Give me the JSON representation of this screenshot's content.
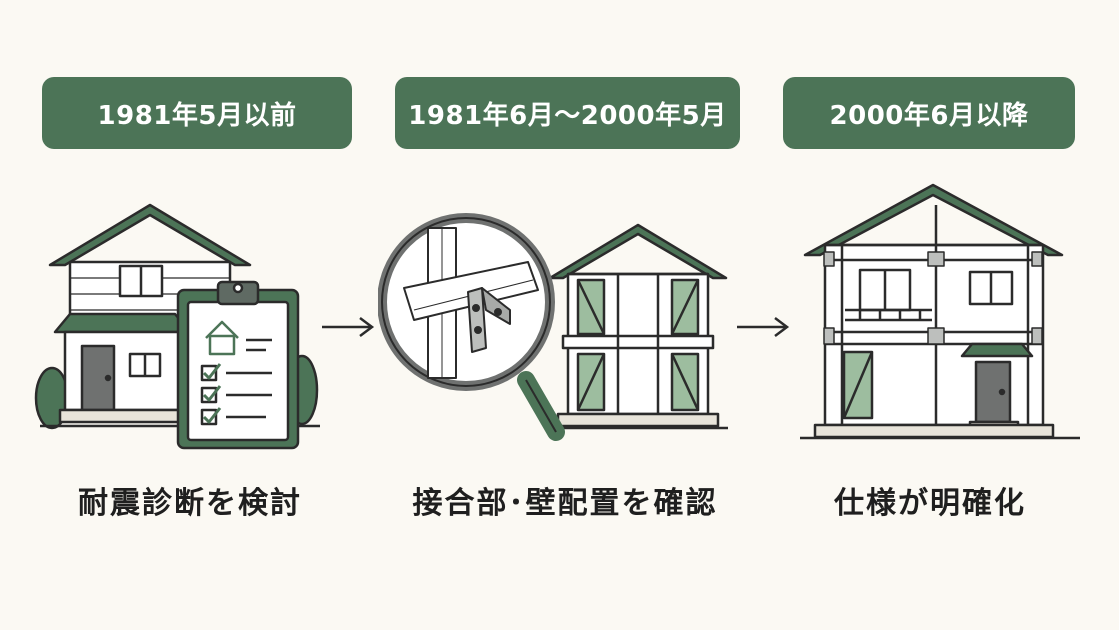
{
  "periods": [
    {
      "label": "1981年5月以前",
      "caption": "耐震診断を検討"
    },
    {
      "label": "1981年6月〜2000年5月",
      "caption": "接合部･壁配置を確認"
    },
    {
      "label": "2000年6月以降",
      "caption": "仕様が明確化"
    }
  ],
  "colors": {
    "accent": "#4c7457",
    "light_green": "#9dbd9f",
    "ink": "#2b2b2b",
    "background": "#fbf9f3"
  },
  "icons": [
    "old-house-icon",
    "clipboard-checklist-icon",
    "magnifier-icon",
    "metal-bracket-icon",
    "house-frame-icon",
    "modern-house-icon",
    "arrow-right-icon"
  ]
}
